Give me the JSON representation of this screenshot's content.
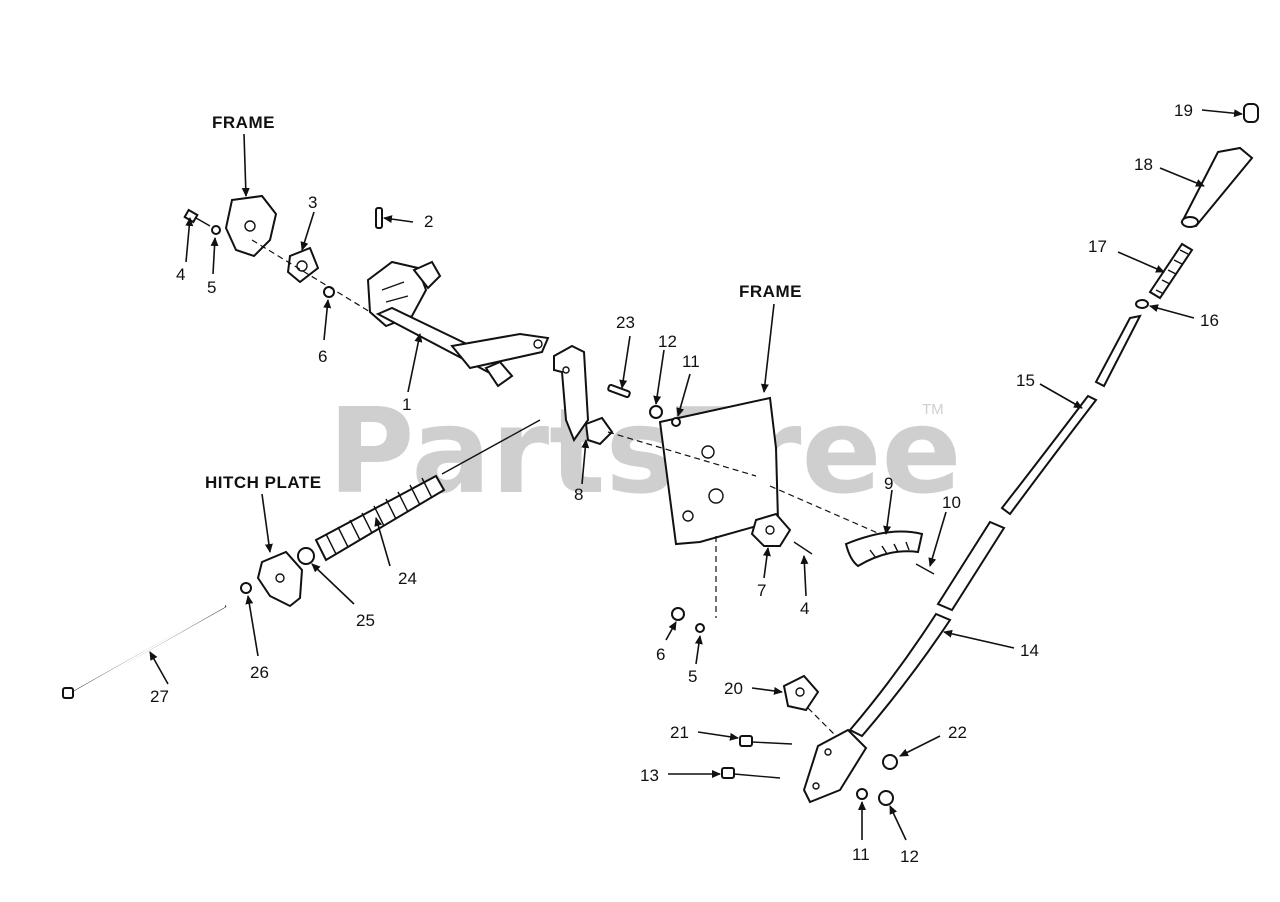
{
  "watermark": {
    "brand": "PartsTree",
    "tm": "TM"
  },
  "titles": {
    "frame_left": "FRAME",
    "frame_center": "FRAME",
    "hitch_plate": "HITCH PLATE"
  },
  "callouts": {
    "c1": "1",
    "c2": "2",
    "c3": "3",
    "c4a": "4",
    "c4b": "4",
    "c5a": "5",
    "c5b": "5",
    "c6a": "6",
    "c6b": "6",
    "c7": "7",
    "c8": "8",
    "c9": "9",
    "c10": "10",
    "c11a": "11",
    "c11b": "11",
    "c12a": "12",
    "c12b": "12",
    "c13": "13",
    "c14": "14",
    "c15": "15",
    "c16": "16",
    "c17": "17",
    "c18": "18",
    "c19": "19",
    "c20": "20",
    "c21": "21",
    "c22": "22",
    "c23": "23",
    "c24": "24",
    "c25": "25",
    "c26": "26",
    "c27": "27"
  }
}
